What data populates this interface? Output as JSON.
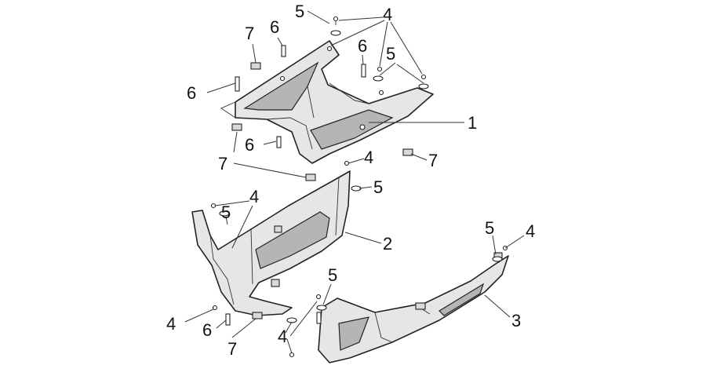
{
  "diagram": {
    "callouts": {
      "part_1": "1",
      "part_2": "2",
      "part_3": "3",
      "part_4": "4",
      "part_5": "5",
      "part_6": "6",
      "part_7": "7"
    }
  }
}
